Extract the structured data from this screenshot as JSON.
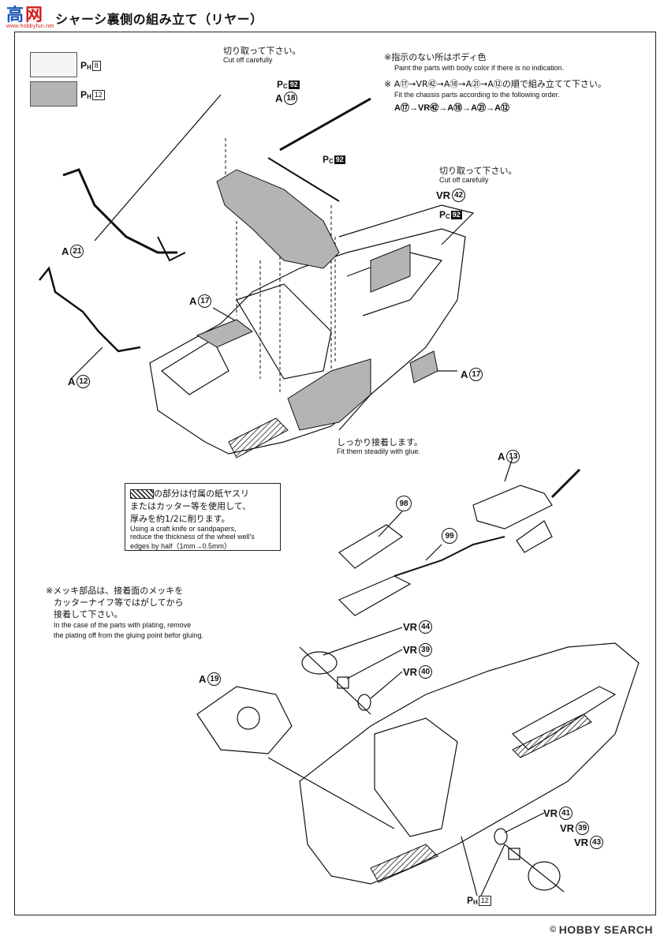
{
  "header": {
    "logo_main_a": "高",
    "logo_main_b": "网",
    "logo_sub": "www.hobbyfun.net",
    "title": "シャーシ裏側の組み立て（リヤー）"
  },
  "legend": {
    "item1": {
      "P": "P",
      "sub": "H",
      "num": "8"
    },
    "item2": {
      "P": "P",
      "sub": "H",
      "num": "12"
    }
  },
  "instructions": {
    "no_indication_jp": "※指示のない所はボディ色",
    "no_indication_en": "Paint the parts with body color if there is no indication.",
    "order_jp": "※ A⑰→VR㊷→A⑱→A㉑→A⑫の順で組み立てて下さい。",
    "order_en": "Fit the chassis parts according to the following order.",
    "order_seq": "A⑰→VR㊷→A⑱→A㉑→A⑫"
  },
  "callouts": {
    "cut1_jp": "切り取って下さい。",
    "cut1_en": "Cut off carefully",
    "cut2_jp": "切り取って下さい。",
    "cut2_en": "Cut off carefully",
    "glue_jp": "しっかり接着します。",
    "glue_en": "Fit them steadily with glue.",
    "plating_jp1": "※メッキ部品は、接着面のメッキを",
    "plating_jp2": "カッターナイフ等ではがしてから",
    "plating_jp3": "接着して下さい。",
    "plating_en1": "In the case of the parts with plating, remove",
    "plating_en2": "the plating off from the gluing point befor gluing."
  },
  "notebox": {
    "jp1": "の部分は付属の紙ヤスリ",
    "jp2": "またはカッター等を使用して、",
    "jp3": "厚みを約1/2に削ります。",
    "en1": "Using a craft knife or sandpapers,",
    "en2": "reduce the thickness of the wheel well's",
    "en3": "edges by half（1mm→0.5mm）"
  },
  "paint_refs": {
    "pc92": {
      "P": "P",
      "sub": "C",
      "num": "92"
    },
    "ph12": {
      "P": "P",
      "sub": "H",
      "num": "12"
    }
  },
  "parts": {
    "a18": {
      "prefix": "A",
      "num": "18"
    },
    "a21": {
      "prefix": "A",
      "num": "21"
    },
    "a17_left": {
      "prefix": "A",
      "num": "17"
    },
    "a17_right": {
      "prefix": "A",
      "num": "17"
    },
    "a12": {
      "prefix": "A",
      "num": "12"
    },
    "vr42": {
      "prefix": "VR",
      "num": "42"
    },
    "a13": {
      "prefix": "A",
      "num": "13"
    },
    "p98": "98",
    "p99": "99",
    "vr44": {
      "prefix": "VR",
      "num": "44"
    },
    "vr39_top": {
      "prefix": "VR",
      "num": "39"
    },
    "vr40": {
      "prefix": "VR",
      "num": "40"
    },
    "a19": {
      "prefix": "A",
      "num": "19"
    },
    "vr41": {
      "prefix": "VR",
      "num": "41"
    },
    "vr39_bottom": {
      "prefix": "VR",
      "num": "39"
    },
    "vr43": {
      "prefix": "VR",
      "num": "43"
    }
  },
  "watermark": {
    "copy": "©",
    "text": "HOBBY SEARCH"
  },
  "colors": {
    "ink": "#111111",
    "gray_part": "#b4b4b4",
    "light_part": "#f4f4f4",
    "logo_blue": "#1b57b8",
    "logo_red": "#d22020"
  }
}
